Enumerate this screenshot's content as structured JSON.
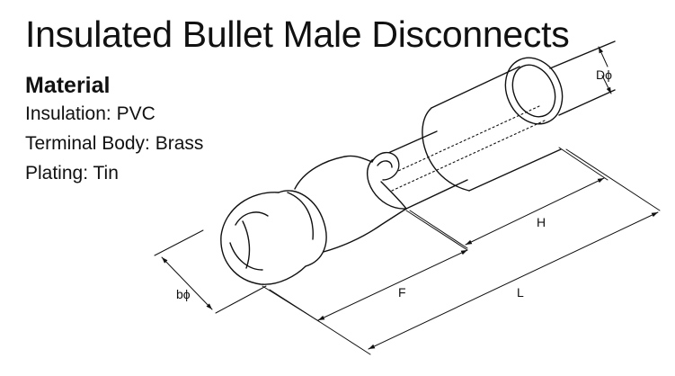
{
  "title": "Insulated Bullet Male Disconnects",
  "material": {
    "heading": "Material",
    "insulation": "Insulation: PVC",
    "terminal_body": "Terminal Body: Brass",
    "plating": "Plating: Tin"
  },
  "dimensions": {
    "d_phi": "Dϕ",
    "h": "H",
    "f": "F",
    "l": "L",
    "b_phi": "bϕ"
  },
  "colors": {
    "line": "#111111",
    "background": "#ffffff"
  }
}
